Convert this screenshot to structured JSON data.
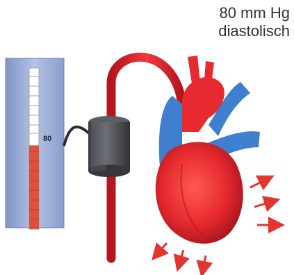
{
  "caption": {
    "value_line": "80 mm Hg",
    "state_line": "diastolisch"
  },
  "gauge": {
    "label": "80",
    "level_fraction": 0.52,
    "fill_color": "#e0503a",
    "empty_color": "#ffffff",
    "panel_color": "#9fb0d8"
  },
  "colors": {
    "artery": "#d9232b",
    "vein": "#3f7fcf",
    "heart": "#e62a2f",
    "cuff": "#4d4f55",
    "arrow": "#e3342f"
  },
  "icons": {
    "heart": "heart-icon",
    "arrows": "arrow-icon"
  }
}
